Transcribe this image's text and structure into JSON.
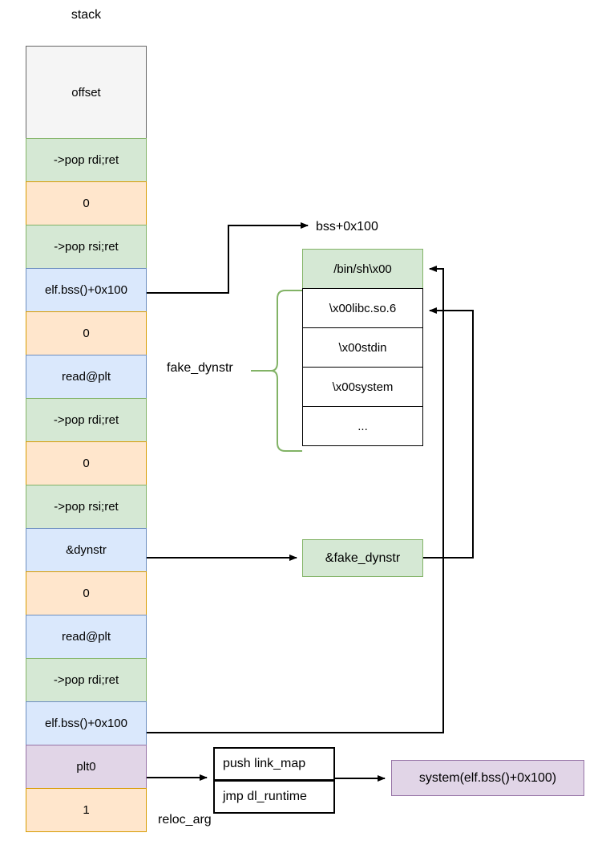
{
  "diagram": {
    "title": "stack",
    "stack": {
      "label": "stack",
      "cells": [
        {
          "text": "offset",
          "fill": "#f5f5f5",
          "stroke": "#666666",
          "tall": true
        },
        {
          "text": "->pop rdi;ret",
          "fill": "#d5e8d4",
          "stroke": "#82b366"
        },
        {
          "text": "0",
          "fill": "#ffe6cc",
          "stroke": "#d79b00"
        },
        {
          "text": "->pop rsi;ret",
          "fill": "#d5e8d4",
          "stroke": "#82b366"
        },
        {
          "text": "elf.bss()+0x100",
          "fill": "#dae8fc",
          "stroke": "#6c8ebf"
        },
        {
          "text": "0",
          "fill": "#ffe6cc",
          "stroke": "#d79b00"
        },
        {
          "text": "read@plt",
          "fill": "#dae8fc",
          "stroke": "#6c8ebf"
        },
        {
          "text": "->pop rdi;ret",
          "fill": "#d5e8d4",
          "stroke": "#82b366"
        },
        {
          "text": "0",
          "fill": "#ffe6cc",
          "stroke": "#d79b00"
        },
        {
          "text": "->pop rsi;ret",
          "fill": "#d5e8d4",
          "stroke": "#82b366"
        },
        {
          "text": "&dynstr",
          "fill": "#dae8fc",
          "stroke": "#6c8ebf"
        },
        {
          "text": "0",
          "fill": "#ffe6cc",
          "stroke": "#d79b00"
        },
        {
          "text": "read@plt",
          "fill": "#dae8fc",
          "stroke": "#6c8ebf"
        },
        {
          "text": "->pop rdi;ret",
          "fill": "#d5e8d4",
          "stroke": "#82b366"
        },
        {
          "text": "elf.bss()+0x100",
          "fill": "#dae8fc",
          "stroke": "#6c8ebf"
        },
        {
          "text": "plt0",
          "fill": "#e1d5e7",
          "stroke": "#9673a6"
        },
        {
          "text": "1",
          "fill": "#ffe6cc",
          "stroke": "#d79b00"
        }
      ]
    },
    "labels": {
      "bss_target": "bss+0x100",
      "fake_dynstr": "fake_dynstr",
      "reloc_arg": "reloc_arg"
    },
    "memory_block": {
      "name": "fake_dynstr",
      "rows": [
        {
          "text": "/bin/sh\\x00",
          "fill": "#d5e8d4",
          "stroke": "#82b366"
        },
        {
          "text": "\\x00libc.so.6",
          "fill": "#ffffff",
          "stroke": "#000000"
        },
        {
          "text": "\\x00stdin",
          "fill": "#ffffff",
          "stroke": "#000000"
        },
        {
          "text": "\\x00system",
          "fill": "#ffffff",
          "stroke": "#000000"
        },
        {
          "text": "...",
          "fill": "#ffffff",
          "stroke": "#000000"
        }
      ]
    },
    "fake_dynstr_ptr": {
      "text": "&fake_dynstr",
      "fill": "#d5e8d4",
      "stroke": "#82b366"
    },
    "resolver": {
      "line1": "push link_map",
      "line2": "jmp dl_runtime"
    },
    "result": {
      "text": "system(elf.bss()+0x100)",
      "fill": "#e1d5e7",
      "stroke": "#9673a6"
    },
    "colors": {
      "green_fill": "#d5e8d4",
      "green_stroke": "#82b366",
      "orange_fill": "#ffe6cc",
      "orange_stroke": "#d79b00",
      "blue_fill": "#dae8fc",
      "blue_stroke": "#6c8ebf",
      "purple_fill": "#e1d5e7",
      "purple_stroke": "#9673a6",
      "grey_fill": "#f5f5f5",
      "grey_stroke": "#666666",
      "line": "#000000",
      "brace": "#82b366"
    }
  }
}
